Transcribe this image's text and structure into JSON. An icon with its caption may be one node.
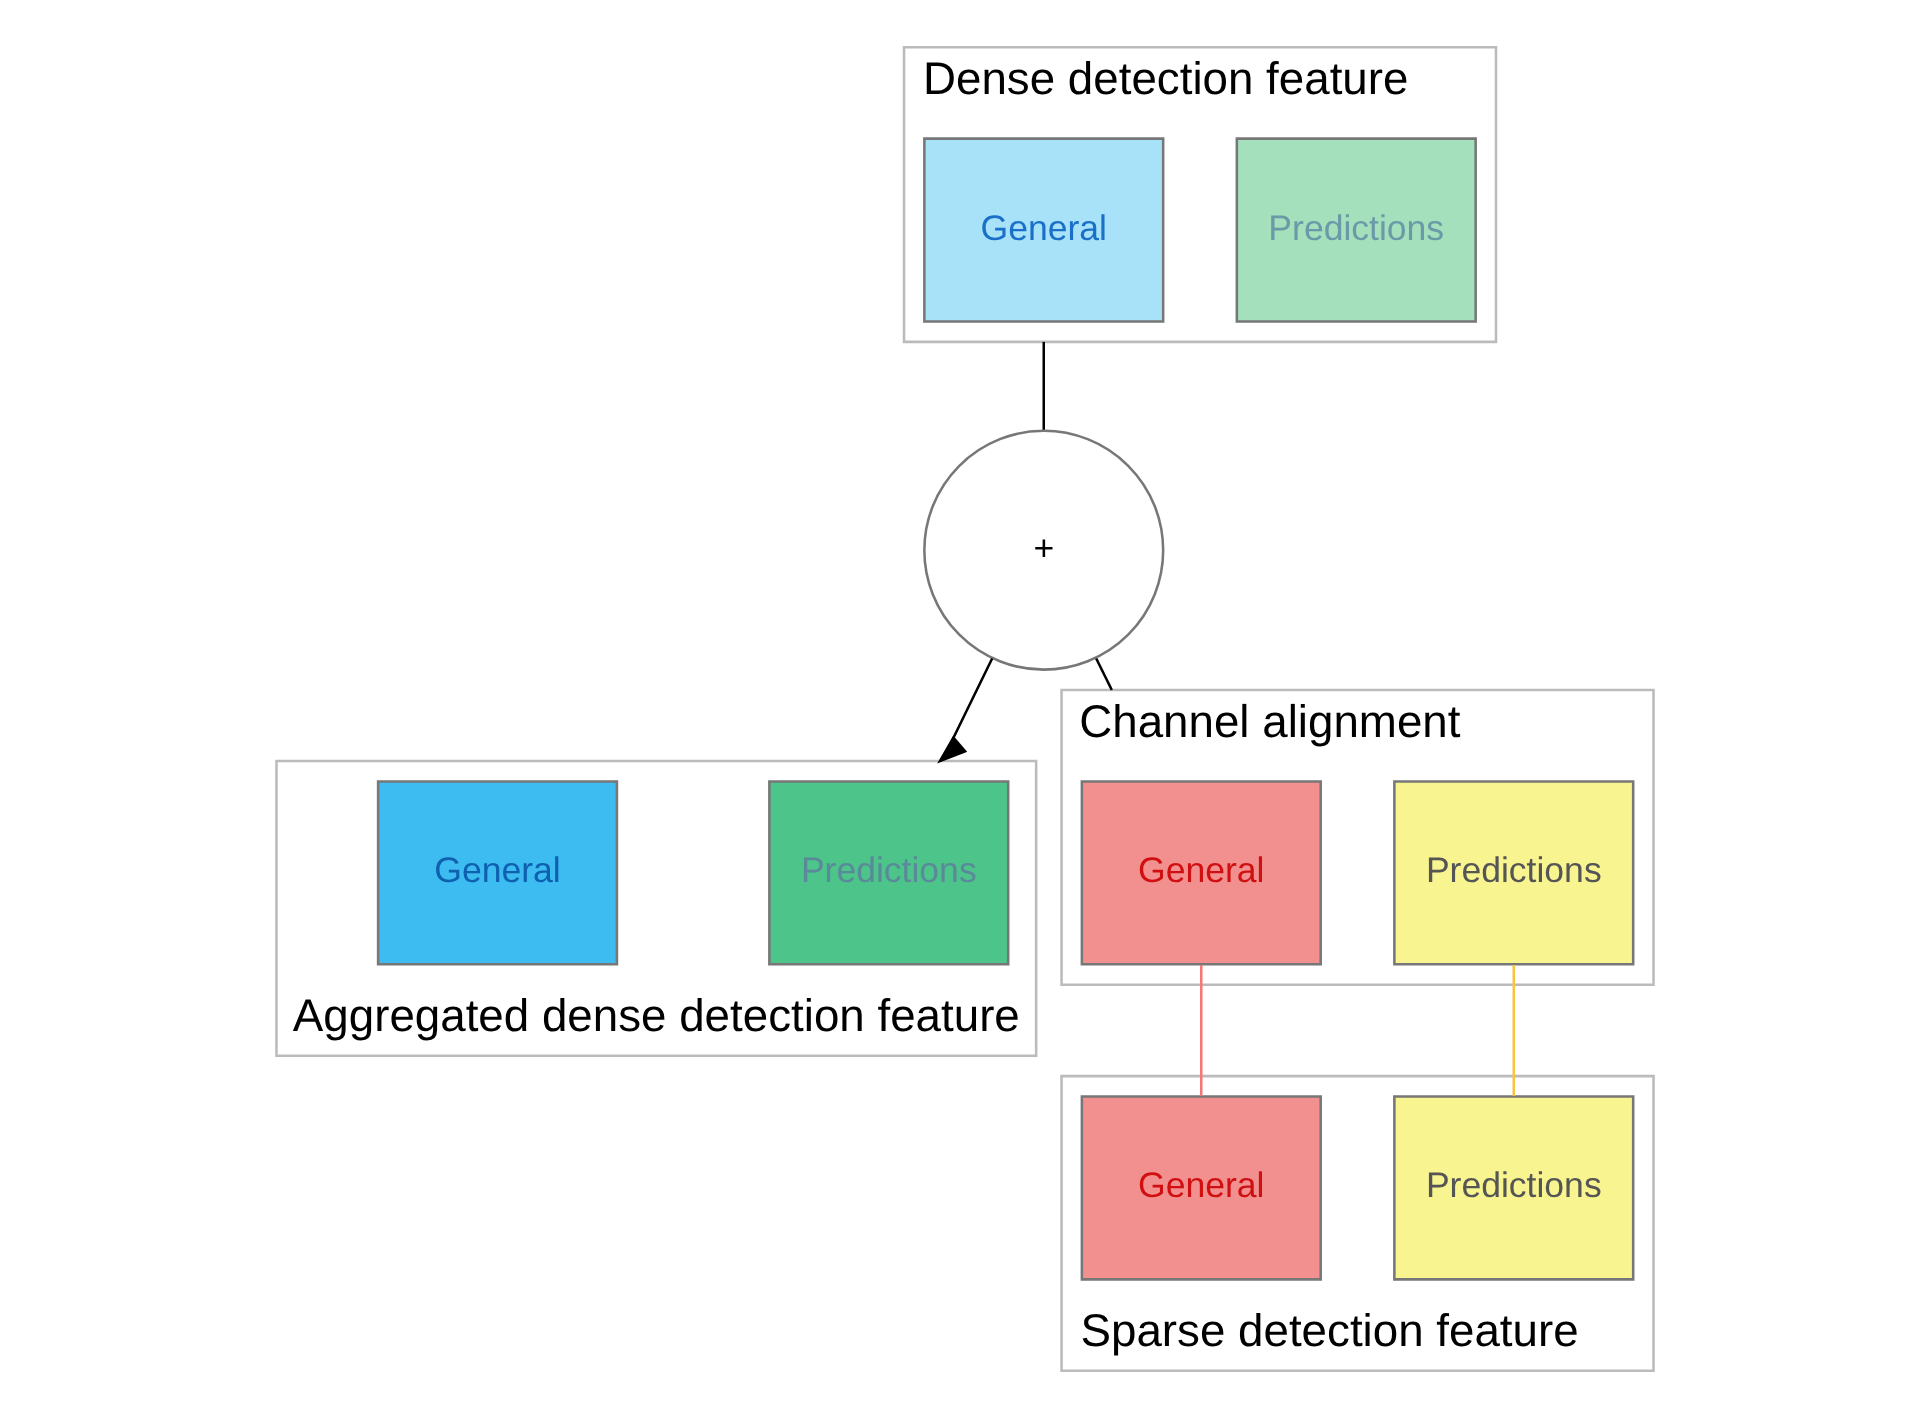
{
  "diagram": {
    "nodes": [
      {
        "text": [
          "Dense detection feature"
        ]
      },
      {
        "text": [
          "Predictions"
        ],
        "in": 0
      },
      {
        "text": [
          "General"
        ],
        "in": 0
      },
      {
        "text": [
          "+"
        ]
      },
      {
        "text": [
          "Aggregated dense detection feature"
        ]
      },
      {
        "text": [
          "Predictions"
        ],
        "in": 4
      },
      {
        "text": [
          "General"
        ],
        "in": 4
      },
      {
        "text": [
          "Channel alignment"
        ]
      },
      {
        "text": [
          "Predictions"
        ],
        "in": 7
      },
      {
        "text": [
          "General"
        ],
        "in": 7
      },
      {
        "text": [
          "Sparse detection feature"
        ]
      },
      {
        "text": [
          "Predictions"
        ],
        "in": 10
      },
      {
        "text": [
          "General"
        ],
        "in": 10
      }
    ],
    "edges": [
      {
        "from": 0,
        "to": 3,
        "arrow": "none"
      },
      {
        "from": 7,
        "to": 3,
        "arrow": "none"
      },
      {
        "from": 3,
        "to": 4,
        "arrow": "to"
      },
      {
        "from": 11,
        "to": 8,
        "arrow": "none",
        "color": "#f5c542"
      },
      {
        "from": 12,
        "to": 9,
        "arrow": "none",
        "color": "#f07878"
      }
    ]
  }
}
